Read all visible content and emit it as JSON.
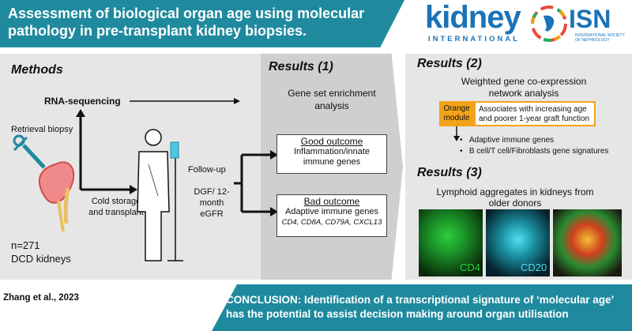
{
  "header": {
    "title": "Assessment of biological organ age using molecular pathology in pre-transplant kidney biopsies.",
    "kidney_logo": "kidney",
    "kidney_logo_sub": "INTERNATIONAL",
    "isn_logo": "ISN",
    "isn_logo_sub": "INTERNATIONAL SOCIETY OF NEPHROLOGY"
  },
  "methods": {
    "heading": "Methods",
    "rna": "RNA-sequencing",
    "retrieval": "Retrieval biopsy",
    "cold": "Cold storage and transplant",
    "followup": "Follow-up",
    "dgf": "DGF/ 12-month eGFR",
    "n": "n=271",
    "dcd": "DCD kidneys"
  },
  "results1": {
    "heading": "Results (1)",
    "gsea": "Gene set enrichment analysis",
    "good_title": "Good outcome",
    "good_body": "Inflammation/innate immune genes",
    "bad_title": "Bad outcome",
    "bad_body": "Adaptive immune genes",
    "bad_genes": "CD4, CD8A, CD79A, CXCL13"
  },
  "results2": {
    "heading": "Results (2)",
    "wgcna": "Weighted gene co-expression network analysis",
    "orange": "Orange module",
    "orange_desc": "Associates with increasing age and poorer 1-year graft function",
    "bullet1": "Adaptive immune genes",
    "bullet2": "B cell/T cell/Fibroblasts gene signatures"
  },
  "results3": {
    "heading": "Results (3)",
    "lymphoid": "Lymphoid aggregates in kidneys from older donors",
    "cd4": "CD4",
    "cd20": "CD20"
  },
  "footer": {
    "reference": "Zhang et al., 2023",
    "conclusion": "CONCLUSION:  Identification of a transcriptional signature of ‘molecular age’ has the potential to assist decision making around organ utilisation"
  },
  "colors": {
    "teal": "#1f8a9e",
    "orange": "#f2a31b",
    "brand_blue": "#1a73b8"
  }
}
